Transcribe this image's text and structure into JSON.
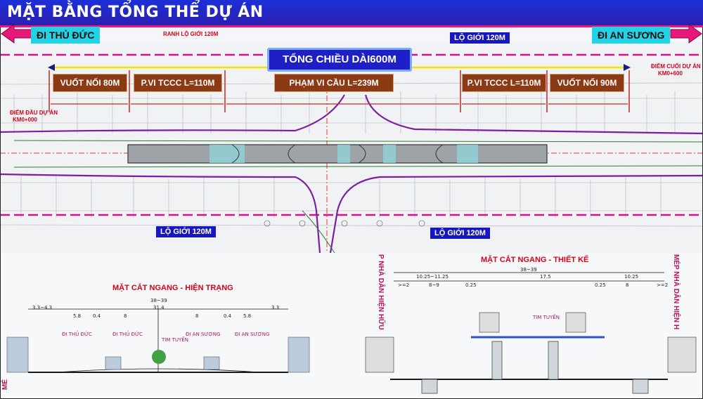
{
  "title": "MẶT BẰNG TỔNG THỂ DỰ ÁN",
  "directions": {
    "left": "ĐI THỦ ĐỨC",
    "right": "ĐI AN SƯƠNG"
  },
  "boundary_labels": {
    "top_red": "RANH LỘ GIỚI 120M",
    "top_blue": "LỘ GIỚI 120M",
    "bottom_left": "LỘ GIỚI 120M",
    "bottom_right": "LỘ GIỚI 120M"
  },
  "total_length": "TỔNG CHIỀU DÀI600M",
  "segments": [
    {
      "label": "VUỐT NỐI 80M"
    },
    {
      "label": "P.VI TCCC L=110M"
    },
    {
      "label": "PHẠM VI CẦU L=239M"
    },
    {
      "label": "P.VI TCCC L=110M"
    },
    {
      "label": "VUỐT NỐI 90M"
    }
  ],
  "project_points": {
    "start": "ĐIỂM ĐẦU DỰ ÁN",
    "start_km": "KM0+000",
    "end": "ĐIỂM CUỐI DỰ ÁN",
    "end_km": "KM0+600"
  },
  "existing_section": {
    "title": "MẶT CẮT NGANG - HIỆN TRẠNG",
    "top_dims": [
      "3.3~4.3",
      "38~39",
      "31.4",
      "3.3"
    ],
    "lane_dims": [
      "5.8",
      "0.4",
      "8",
      "8",
      "0.4",
      "5.8"
    ],
    "lane_labels": [
      "ĐI THỦ ĐỨC",
      "ĐI THỦ ĐỨC",
      "TIM TUYẾN",
      "ĐI AN SƯƠNG",
      "ĐI AN SƯƠNG"
    ],
    "side_label": "MÉ"
  },
  "design_section": {
    "title": "MẶT CẮT NGANG - THIẾT KẾ",
    "top_dims": [
      "38~39",
      "10.25~11.25",
      "17.5",
      "10.25"
    ],
    "sub_dims": [
      ">=2",
      "8~9",
      "0.25",
      "0.25",
      "8",
      ">=2"
    ],
    "center_label": "TIM TUYẾN",
    "left_side": "P NHÀ DÂN HIỆN HỮU",
    "right_side": "MÉP NHÀ DÂN HIỆN H"
  },
  "colors": {
    "title_bar": "#1f2fd8",
    "accent_magenta": "#e8187a",
    "cyan": "#22d3e6",
    "segment_brown": "#8b3a14",
    "label_blue": "#1717c0"
  }
}
